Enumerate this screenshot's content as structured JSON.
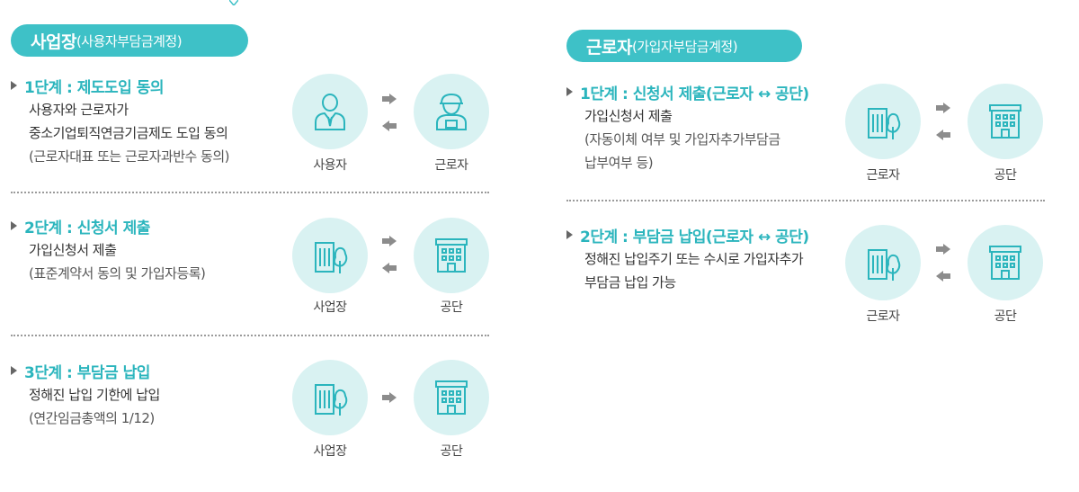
{
  "left": {
    "header": {
      "main": "사업장",
      "sub": "(사용자부담금계정)"
    },
    "steps": [
      {
        "title": "1단계 : 제도도입 동의",
        "lines": [
          "사용자와 근로자가",
          "중소기업퇴직연금기금제도 도입 동의"
        ],
        "note": "(근로자대표 또는 근로자과반수 동의)",
        "from_label": "사용자",
        "to_label": "근로자"
      },
      {
        "title": "2단계 : 신청서 제출",
        "lines": [
          "가입신청서 제출"
        ],
        "note": "(표준계약서 동의 및 가입자등록)",
        "from_label": "사업장",
        "to_label": "공단"
      },
      {
        "title": "3단계 : 부담금 납입",
        "lines": [
          "정해진 납입 기한에 납입"
        ],
        "note": "(연간임금총액의 1/12)",
        "from_label": "사업장",
        "to_label": "공단"
      }
    ]
  },
  "right": {
    "header": {
      "main": "근로자",
      "sub": "(가입자부담금계정)"
    },
    "steps": [
      {
        "title": "1단계 : 신청서 제출(근로자 ↔ 공단)",
        "lines": [
          "가입신청서 제출"
        ],
        "notes": [
          "(자동이체 여부 및 가입자추가부담금",
          "납부여부 등)"
        ],
        "from_label": "근로자",
        "to_label": "공단"
      },
      {
        "title": "2단계 : 부담금 납입(근로자 ↔ 공단)",
        "lines": [
          "정해진 납입주기 또는 수시로 가입자추가",
          "부담금 납입 가능"
        ],
        "from_label": "근로자",
        "to_label": "공단"
      }
    ]
  },
  "colors": {
    "accent": "#3ec1c7",
    "title_text": "#2bb5bd",
    "circle_bg": "#d9f2f2",
    "arrow": "#8c8c8c"
  }
}
